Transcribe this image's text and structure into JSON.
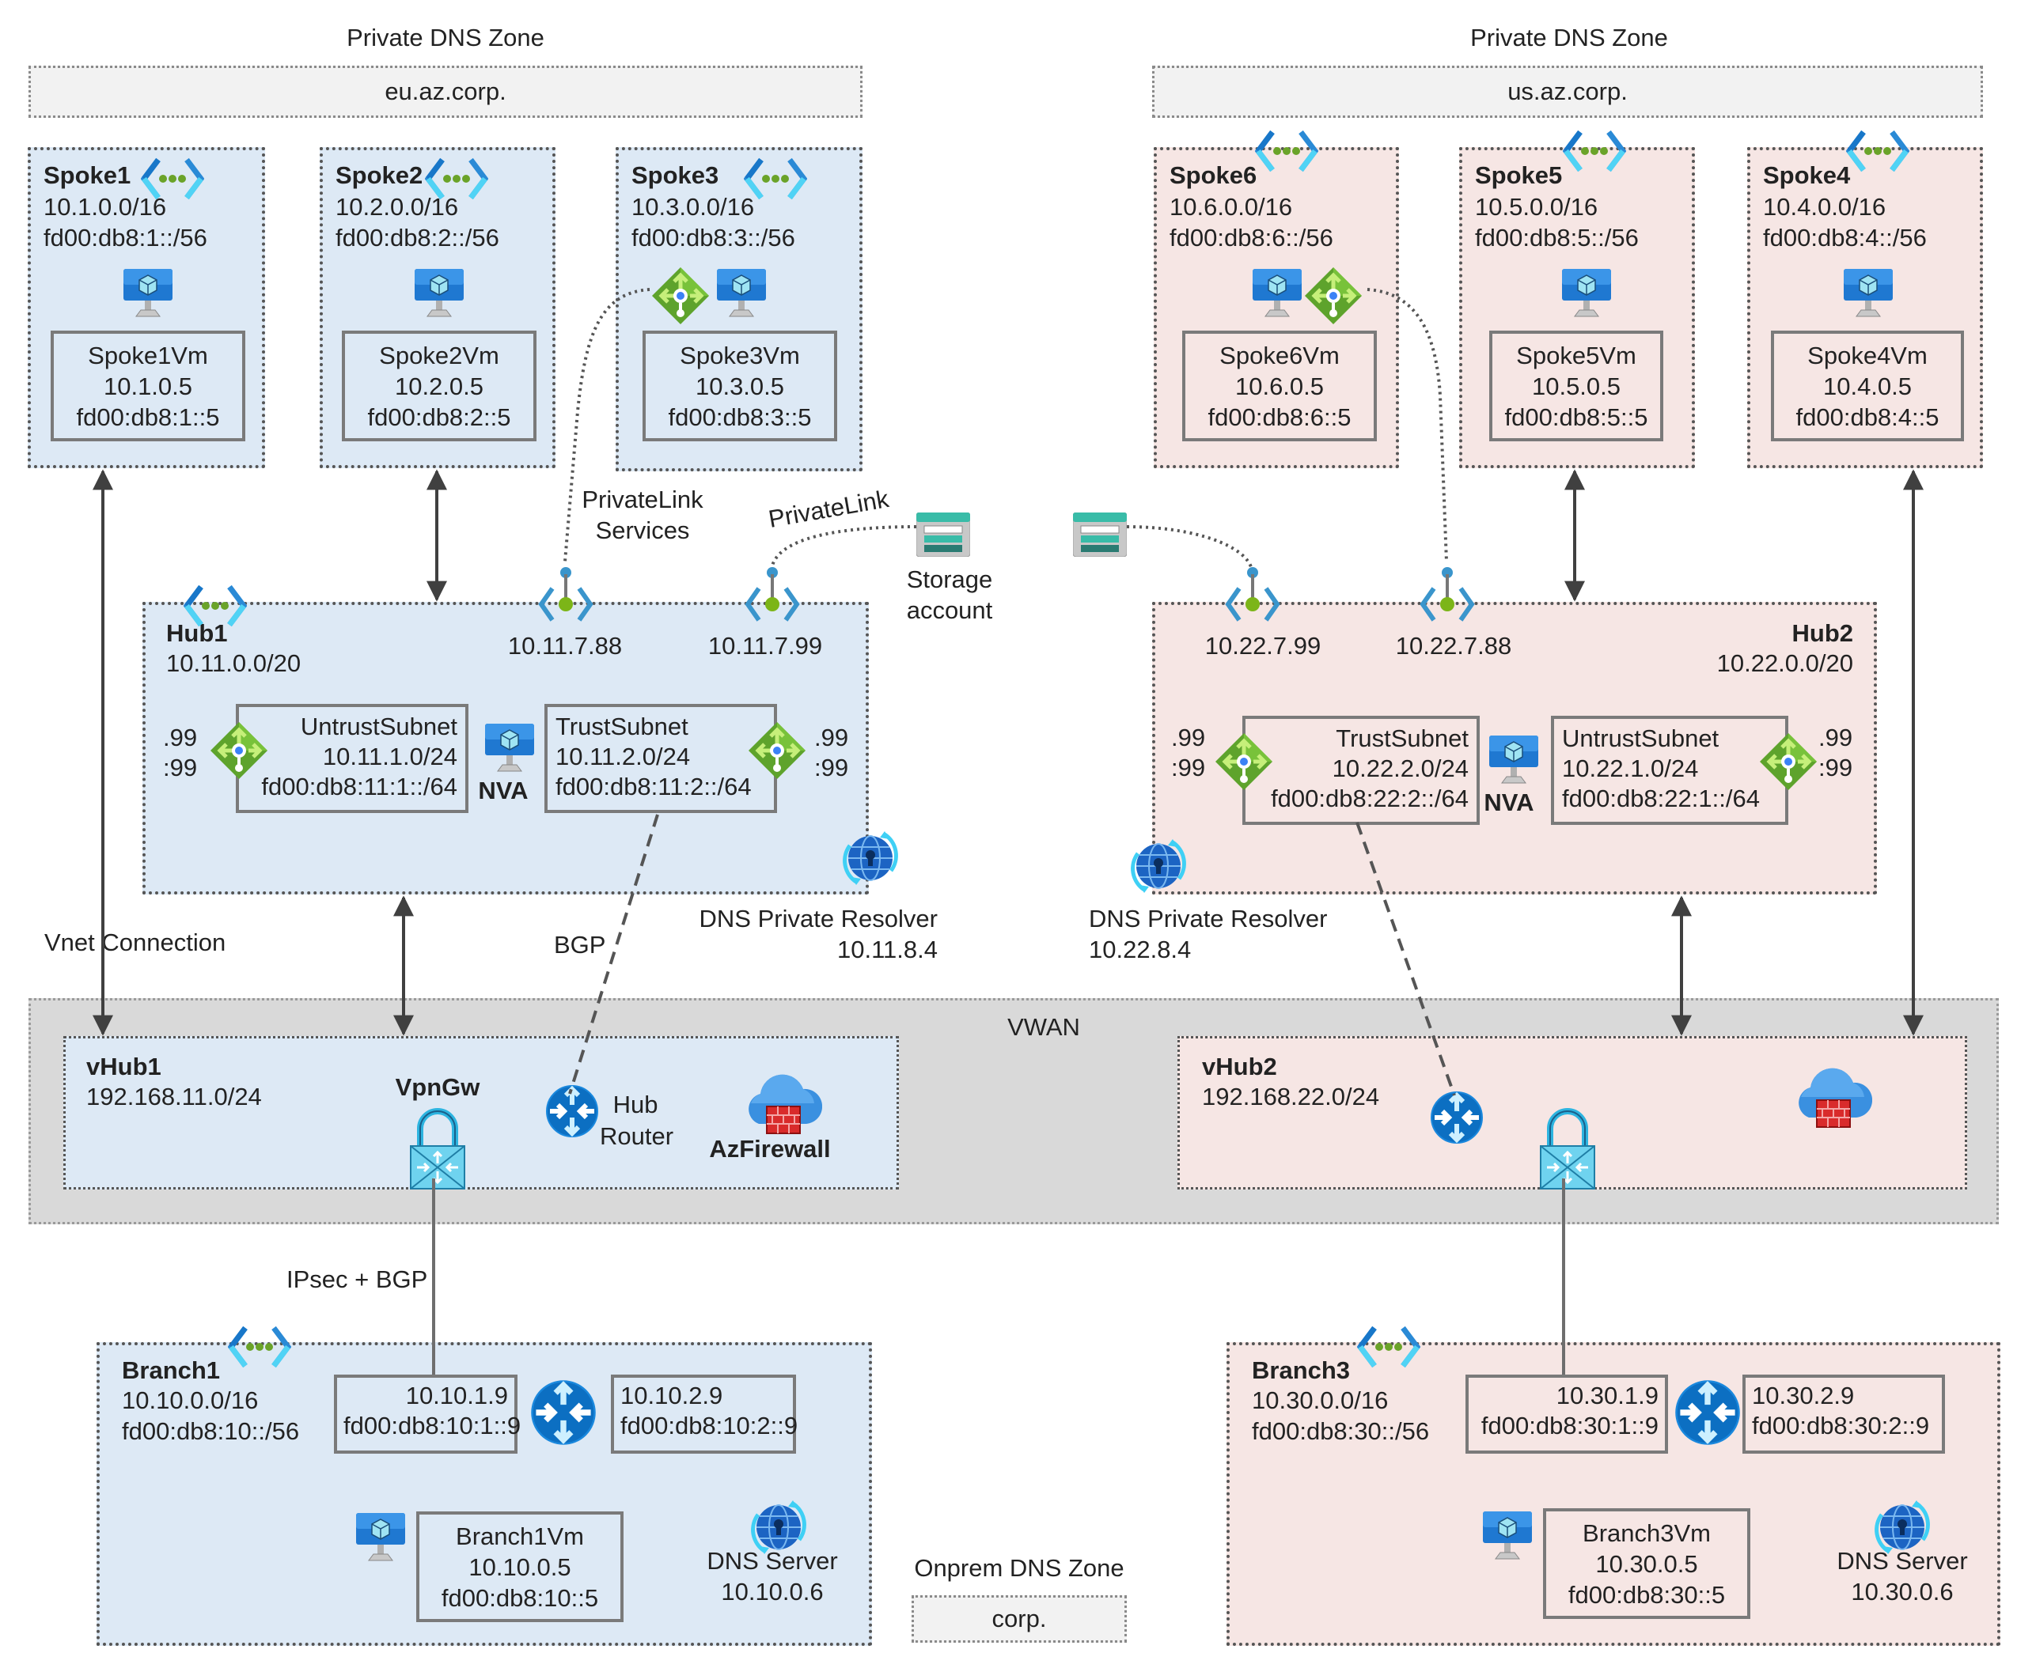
{
  "dns_zones": {
    "left": {
      "label": "Private DNS Zone",
      "name": "eu.az.corp."
    },
    "right": {
      "label": "Private DNS Zone",
      "name": "us.az.corp."
    },
    "onprem": {
      "label": "Onprem DNS Zone",
      "name": "corp."
    }
  },
  "spokes": [
    {
      "name": "Spoke1",
      "ipv4": "10.1.0.0/16",
      "ipv6": "fd00:db8:1::/56",
      "vm": {
        "name": "Spoke1Vm",
        "ipv4": "10.1.0.5",
        "ipv6": "fd00:db8:1::5"
      }
    },
    {
      "name": "Spoke2",
      "ipv4": "10.2.0.0/16",
      "ipv6": "fd00:db8:2::/56",
      "vm": {
        "name": "Spoke2Vm",
        "ipv4": "10.2.0.5",
        "ipv6": "fd00:db8:2::5"
      }
    },
    {
      "name": "Spoke3",
      "ipv4": "10.3.0.0/16",
      "ipv6": "fd00:db8:3::/56",
      "vm": {
        "name": "Spoke3Vm",
        "ipv4": "10.3.0.5",
        "ipv6": "fd00:db8:3::5"
      }
    },
    {
      "name": "Spoke6",
      "ipv4": "10.6.0.0/16",
      "ipv6": "fd00:db8:6::/56",
      "vm": {
        "name": "Spoke6Vm",
        "ipv4": "10.6.0.5",
        "ipv6": "fd00:db8:6::5"
      }
    },
    {
      "name": "Spoke5",
      "ipv4": "10.5.0.0/16",
      "ipv6": "fd00:db8:5::/56",
      "vm": {
        "name": "Spoke5Vm",
        "ipv4": "10.5.0.5",
        "ipv6": "fd00:db8:5::5"
      }
    },
    {
      "name": "Spoke4",
      "ipv4": "10.4.0.0/16",
      "ipv6": "fd00:db8:4::/56",
      "vm": {
        "name": "Spoke4Vm",
        "ipv4": "10.4.0.5",
        "ipv6": "fd00:db8:4::5"
      }
    }
  ],
  "hub1": {
    "name": "Hub1",
    "ipv4": "10.11.0.0/20",
    "pls_ip": "10.11.7.88",
    "pe_ip": "10.11.7.99",
    "untrust": {
      "name": "UntrustSubnet",
      "ipv4": "10.11.1.0/24",
      "ipv6": "fd00:db8:11:1::/64",
      "ilb_v4": ".99",
      "ilb_v6": ":99"
    },
    "trust": {
      "name": "TrustSubnet",
      "ipv4": "10.11.2.0/24",
      "ipv6": "fd00:db8:11:2::/64",
      "ilb_v4": ".99",
      "ilb_v6": ":99"
    },
    "nva_label": "NVA",
    "resolver": {
      "label": "DNS Private Resolver",
      "ip": "10.11.8.4"
    }
  },
  "hub2": {
    "name": "Hub2",
    "ipv4": "10.22.0.0/20",
    "pe_ip": "10.22.7.99",
    "pls_ip": "10.22.7.88",
    "trust": {
      "name": "TrustSubnet",
      "ipv4": "10.22.2.0/24",
      "ipv6": "fd00:db8:22:2::/64",
      "ilb_v4": ".99",
      "ilb_v6": ":99"
    },
    "untrust": {
      "name": "UntrustSubnet",
      "ipv4": "10.22.1.0/24",
      "ipv6": "fd00:db8:22:1::/64",
      "ilb_v4": ".99",
      "ilb_v6": ":99"
    },
    "nva_label": "NVA",
    "resolver": {
      "label": "DNS Private Resolver",
      "ip": "10.22.8.4"
    }
  },
  "labels": {
    "privatelink_services": [
      "PrivateLink",
      "Services"
    ],
    "privatelink": "PrivateLink",
    "storage": [
      "Storage",
      "account"
    ],
    "vnet_connection": "Vnet Connection",
    "bgp": "BGP",
    "ipsec_bgp": "IPsec + BGP"
  },
  "vwan": {
    "label": "VWAN",
    "vhub1": {
      "name": "vHub1",
      "ipv4": "192.168.11.0/24",
      "vpngw": "VpnGw",
      "router": [
        "Hub",
        "Router"
      ],
      "firewall": "AzFirewall"
    },
    "vhub2": {
      "name": "vHub2",
      "ipv4": "192.168.22.0/24"
    }
  },
  "branches": [
    {
      "name": "Branch1",
      "ipv4": "10.10.0.0/16",
      "ipv6": "fd00:db8:10::/56",
      "nic1": {
        "ipv4": "10.10.1.9",
        "ipv6": "fd00:db8:10:1::9"
      },
      "nic2": {
        "ipv4": "10.10.2.9",
        "ipv6": "fd00:db8:10:2::9"
      },
      "vm": {
        "name": "Branch1Vm",
        "ipv4": "10.10.0.5",
        "ipv6": "fd00:db8:10::5"
      },
      "dns": {
        "label": "DNS Server",
        "ip": "10.10.0.6"
      }
    },
    {
      "name": "Branch3",
      "ipv4": "10.30.0.0/16",
      "ipv6": "fd00:db8:30::/56",
      "nic1": {
        "ipv4": "10.30.1.9",
        "ipv6": "fd00:db8:30:1::9"
      },
      "nic2": {
        "ipv4": "10.30.2.9",
        "ipv6": "fd00:db8:30:2::9"
      },
      "vm": {
        "name": "Branch3Vm",
        "ipv4": "10.30.0.5",
        "ipv6": "fd00:db8:30::5"
      },
      "dns": {
        "label": "DNS Server",
        "ip": "10.30.0.6"
      }
    }
  ],
  "colors": {
    "azure_side_bg": "#dde9f5",
    "us_side_bg": "#f6e6e4",
    "vwan_bg": "#d9d9d9",
    "zone_bg": "#f2f2f2"
  }
}
